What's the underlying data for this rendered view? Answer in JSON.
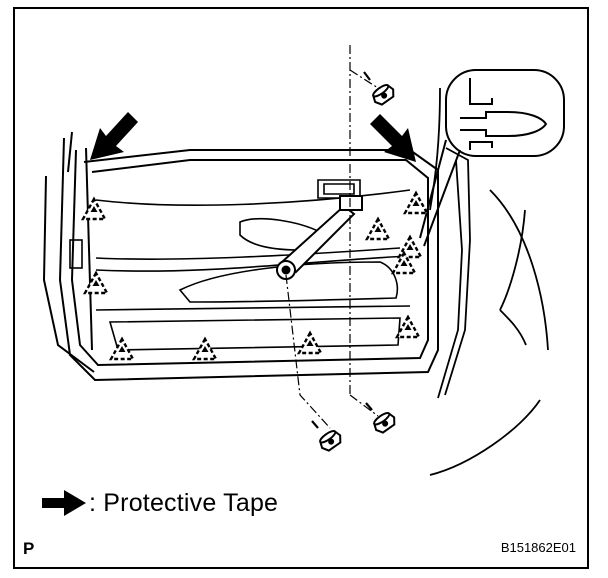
{
  "legend": {
    "text": ": Protective Tape",
    "icon": "protective-tape-arrow-icon"
  },
  "figure_code": "B151862E01",
  "corner_mark": "P",
  "colors": {
    "ink": "#000000",
    "paper": "#ffffff"
  }
}
